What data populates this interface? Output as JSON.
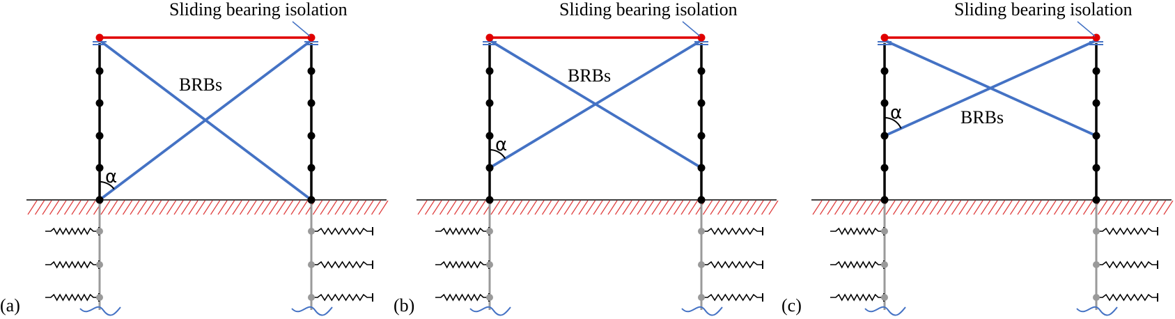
{
  "colors": {
    "brace": "#4472C4",
    "beam": "#E00000",
    "column": "#000000",
    "pile": "#9A9A9A",
    "hatch": "#E04040",
    "wave": "#4472C4"
  },
  "panels": [
    {
      "tag": "(a)",
      "bearing_label": "Sliding bearing isolation",
      "brace_label": "BRBs",
      "angle_label": "α",
      "brace_low_node_index": 5
    },
    {
      "tag": "(b)",
      "bearing_label": "Sliding bearing isolation",
      "brace_label": "BRBs",
      "angle_label": "α",
      "brace_low_node_index": 4
    },
    {
      "tag": "(c)",
      "bearing_label": "Sliding bearing isolation",
      "brace_label": "BRBs",
      "angle_label": "α",
      "brace_low_node_index": 3
    }
  ]
}
